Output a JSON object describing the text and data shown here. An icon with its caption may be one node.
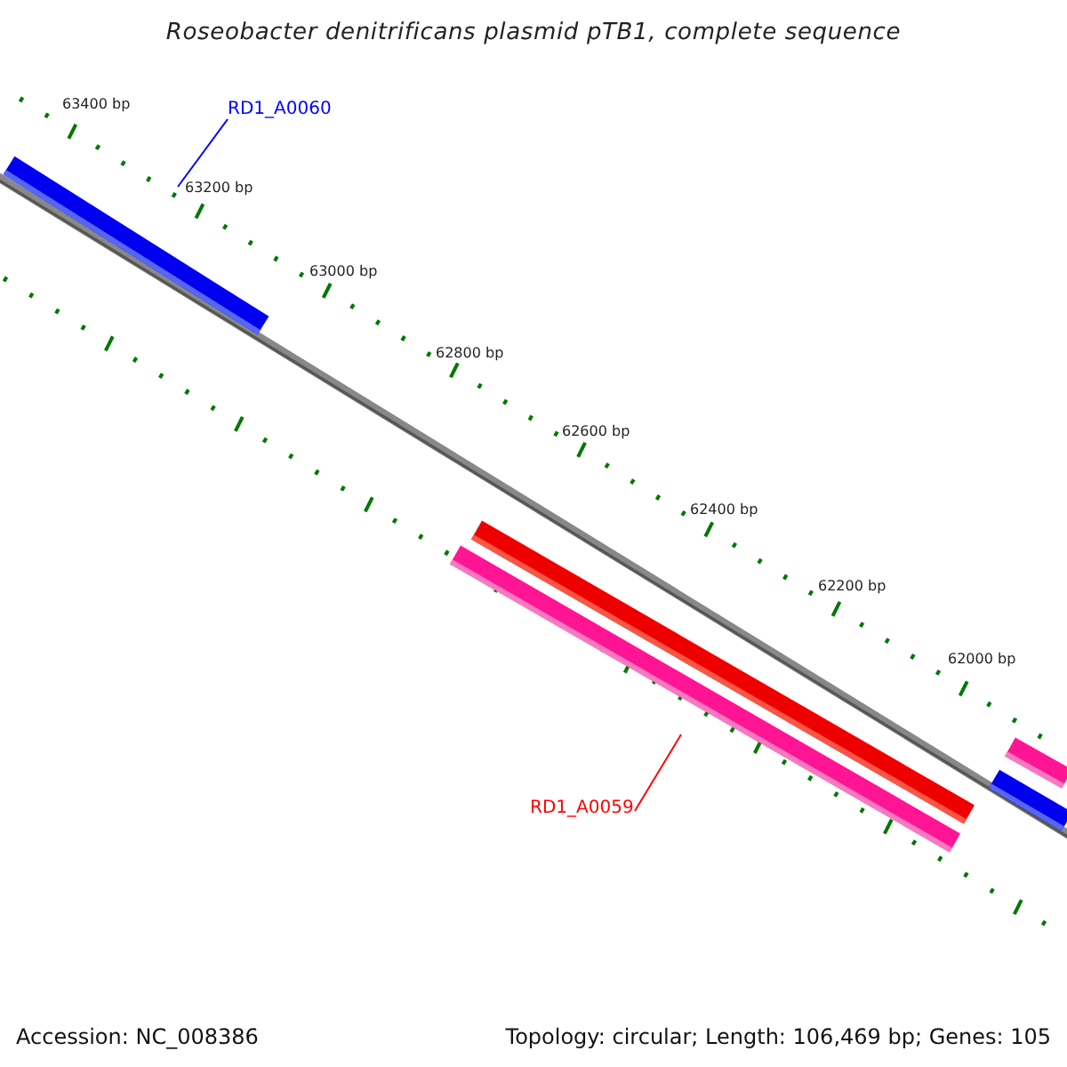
{
  "diagram": {
    "title": "Roseobacter denitrificans plasmid pTB1, complete sequence",
    "nodes": [
      {
        "text": [
          "RD1_A0060"
        ]
      },
      {
        "text": [],
        "shape": "bar"
      },
      {
        "text": [],
        "shape": "bar"
      },
      {
        "text": [],
        "shape": "bar"
      },
      {
        "text": [
          "RD1_A0059"
        ]
      },
      {
        "text": [],
        "shape": "bar"
      },
      {
        "text": [],
        "shape": "bar"
      }
    ],
    "edges": [
      {
        "from": 0,
        "to": 1,
        "arrow": "none",
        "color": "#0000ff"
      },
      {
        "from": 4,
        "to": 3,
        "arrow": "none",
        "color": "#ff0000"
      }
    ],
    "labels": [
      "63400 bp",
      "63200 bp",
      "63000 bp",
      "62800 bp",
      "62600 bp",
      "62400 bp",
      "62200 bp",
      "62000 bp",
      "Accession: NC_008386",
      "Topology: circular; Length: 106,469 bp; Genes: 105"
    ]
  }
}
